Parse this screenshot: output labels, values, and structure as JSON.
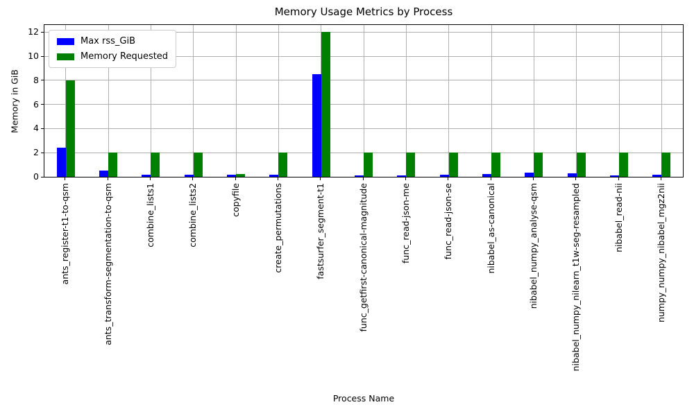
{
  "chart_data": {
    "type": "bar",
    "title": "Memory Usage Metrics by Process",
    "xlabel": "Process Name",
    "ylabel": "Memory in GiB",
    "ylim": [
      0,
      12.6
    ],
    "yticks": [
      0,
      2,
      4,
      6,
      8,
      10,
      12
    ],
    "grid": true,
    "legend_position": "upper left",
    "categories": [
      "ants_register-t1-to-qsm",
      "ants_transform-segmentation-to-qsm",
      "combine_lists1",
      "combine_lists2",
      "copyfile",
      "create_permutations",
      "fastsurfer_segment-t1",
      "func_getfirst-canonical-magnitude",
      "func_read-json-me",
      "func_read-json-se",
      "nibabel_as-canonical",
      "nibabel_numpy_analyse-qsm",
      "nibabel_numpy_nilearn_t1w-seg-resampled",
      "nibabel_read-nii",
      "numpy_numpy_nibabel_mgz2nii"
    ],
    "series": [
      {
        "name": "Max rss_GiB",
        "color": "#0000ff",
        "values": [
          2.4,
          0.5,
          0.2,
          0.2,
          0.15,
          0.15,
          8.5,
          0.12,
          0.12,
          0.15,
          0.22,
          0.32,
          0.27,
          0.13,
          0.19
        ]
      },
      {
        "name": "Memory Requested",
        "color": "#008000",
        "values": [
          8,
          2,
          2,
          2,
          0.25,
          2,
          12,
          2,
          2,
          2,
          2,
          2,
          2,
          2,
          2
        ]
      }
    ]
  },
  "colors": {
    "grid": "#b0b0b0",
    "spine": "#000000",
    "legend_border": "#cccccc",
    "text": "#000000"
  }
}
